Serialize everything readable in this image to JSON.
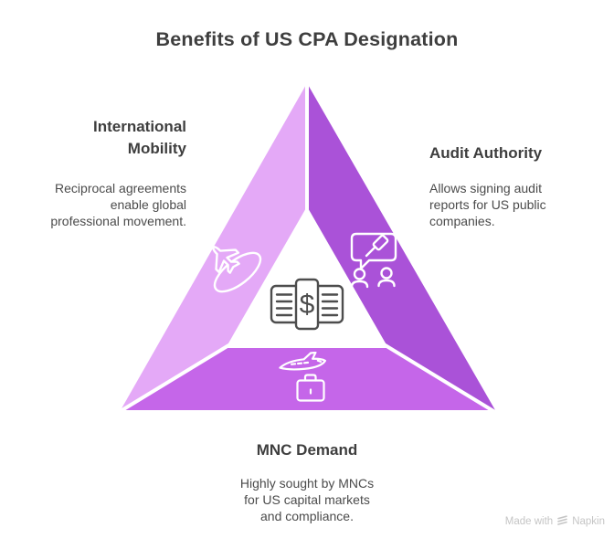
{
  "title": "Benefits of US CPA Designation",
  "sections": {
    "left": {
      "heading_lines": [
        "International",
        "Mobility"
      ],
      "body_lines": [
        "Reciprocal agreements",
        "enable global",
        "professional movement."
      ],
      "icon": "plane-orbit-icon"
    },
    "right": {
      "heading_lines": [
        "Audit Authority"
      ],
      "body_lines": [
        "Allows signing audit",
        "reports for US public",
        "companies."
      ],
      "icon": "gavel-discussion-icon"
    },
    "bottom": {
      "heading_lines": [
        "MNC Demand"
      ],
      "body_lines": [
        "Highly sought by MNCs",
        "for US capital markets",
        "and compliance."
      ],
      "icon": "plane-briefcase-icon"
    }
  },
  "center_icon": {
    "name": "money-stack-icon",
    "currency_symbol": "$"
  },
  "watermark": {
    "prefix": "Made with",
    "brand": "Napkin"
  },
  "colors": {
    "background": "#ffffff",
    "band_left": "#e4a9f7",
    "band_right": "#aa52d8",
    "band_bottom": "#c566e9",
    "icon_stroke": "#ffffff",
    "center_icon_stroke": "#4d4d4d",
    "heading_text": "#3e3e3e",
    "body_text": "#4b4b4b",
    "watermark_text": "#c5c5c5"
  }
}
